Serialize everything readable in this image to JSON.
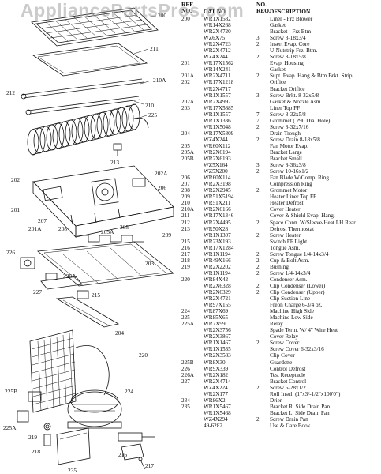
{
  "watermark": "AppliancePartsPros.com",
  "headers": {
    "ref_no": "REF.\nNO.",
    "cat_no": "CAT NO.",
    "req_no": "NO.\nREQ.",
    "description": "DESCRIPTION"
  },
  "rows": [
    {
      "ref": "200",
      "cat": "WR1X1582",
      "qty": "",
      "desc": "Liner - Frz Blower"
    },
    {
      "ref": "",
      "cat": "WR14X268",
      "qty": "",
      "desc": "Gasket"
    },
    {
      "ref": "",
      "cat": "WR2X4720",
      "qty": "",
      "desc": "Bracket - Frz Btm"
    },
    {
      "ref": "",
      "cat": "WZ6X75",
      "qty": "3",
      "desc": "Screw 8-18x3/4"
    },
    {
      "ref": "",
      "cat": "WR2X4723",
      "qty": "2",
      "desc": "Insert Evap. Core"
    },
    {
      "ref": "",
      "cat": "WR2X4712",
      "qty": "",
      "desc": "U-Nutstrip Frz. Btm."
    },
    {
      "ref": "",
      "cat": "WZ4X244",
      "qty": "2",
      "desc": "Screw 8-18x5/8"
    },
    {
      "ref": "201",
      "cat": "WR17X1562",
      "qty": "",
      "desc": "Evap. Housing"
    },
    {
      "ref": "",
      "cat": "WR14X241",
      "qty": "",
      "desc": "Gasket"
    },
    {
      "ref": "201A",
      "cat": "WR2X4711",
      "qty": "2",
      "desc": "Supt. Evap. Hang & Btm Brkt. Strip"
    },
    {
      "ref": "202",
      "cat": "WR17X1218",
      "qty": "",
      "desc": "Orifice"
    },
    {
      "ref": "",
      "cat": "WR2X4717",
      "qty": "",
      "desc": "Bracket Orifice"
    },
    {
      "ref": "",
      "cat": "WR1X1557",
      "qty": "3",
      "desc": "Screw Brkt. 8-32x5/8"
    },
    {
      "ref": "202A",
      "cat": "WR2X4997",
      "qty": "",
      "desc": "Gasket & Nozzle Asm."
    },
    {
      "ref": "203",
      "cat": "WR17X5885",
      "qty": "",
      "desc": "Liner Top FF"
    },
    {
      "ref": "",
      "cat": "WR1X1557",
      "qty": "7",
      "desc": "Screw 8-32x5/8"
    },
    {
      "ref": "",
      "cat": "WR1X1336",
      "qty": "7",
      "desc": "Grommet (.290 Dia. Hole)"
    },
    {
      "ref": "",
      "cat": "WR1X5048",
      "qty": "2",
      "desc": "Screw 8-32x7/16"
    },
    {
      "ref": "204",
      "cat": "WR17X5809",
      "qty": "",
      "desc": "Drain Trough"
    },
    {
      "ref": "",
      "cat": "WZ4X244",
      "qty": "2",
      "desc": "Screw Drain 8-18x5/8"
    },
    {
      "ref": "205",
      "cat": "WR60X112",
      "qty": "",
      "desc": "Fan Motor Evap."
    },
    {
      "ref": "205A",
      "cat": "WR2X6194",
      "qty": "",
      "desc": "Bracket Large"
    },
    {
      "ref": "205B",
      "cat": "WR2X6193",
      "qty": "",
      "desc": "Bracket Small"
    },
    {
      "ref": "",
      "cat": "WZ5X164",
      "qty": "3",
      "desc": "Screw 8-36x3/8"
    },
    {
      "ref": "",
      "cat": "WZ5X200",
      "qty": "2",
      "desc": "Screw 10-16x1/2"
    },
    {
      "ref": "206",
      "cat": "WR60X114",
      "qty": "",
      "desc": "Fan Blade W/Comp. Ring"
    },
    {
      "ref": "207",
      "cat": "WR2X3198",
      "qty": "",
      "desc": "Compression Ring"
    },
    {
      "ref": "208",
      "cat": "WR2X2945",
      "qty": "2",
      "desc": "Grommet Motor"
    },
    {
      "ref": "209",
      "cat": "WR51X5194",
      "qty": "",
      "desc": "Heater Liner Top FF"
    },
    {
      "ref": "210",
      "cat": "WR51X211",
      "qty": "",
      "desc": "Heater Defrost"
    },
    {
      "ref": "210A",
      "cat": "WR2X6166",
      "qty": "",
      "desc": "Cover Heater"
    },
    {
      "ref": "211",
      "cat": "WR17X1346",
      "qty": "",
      "desc": "Cover & Shield Evap. Hang."
    },
    {
      "ref": "212",
      "cat": "WR2X4495",
      "qty": "2",
      "desc": "Space Conn. W/Sleeve-Heat LH Rear"
    },
    {
      "ref": "213",
      "cat": "WR50X28",
      "qty": "",
      "desc": "Defrost Thermostat"
    },
    {
      "ref": "",
      "cat": "WR1X1307",
      "qty": "2",
      "desc": "Screw Heater"
    },
    {
      "ref": "215",
      "cat": "WR23X193",
      "qty": "",
      "desc": "Switch FF Light"
    },
    {
      "ref": "216",
      "cat": "WR17X1284",
      "qty": "",
      "desc": "Tongue Asm."
    },
    {
      "ref": "217",
      "cat": "WR1X1194",
      "qty": "2",
      "desc": "Screw Tongue 1/4-14x3/4"
    },
    {
      "ref": "218",
      "cat": "WR49X166",
      "qty": "2",
      "desc": "Cup & Bolt Asm."
    },
    {
      "ref": "219",
      "cat": "WR2X2202",
      "qty": "2",
      "desc": "Bushing"
    },
    {
      "ref": "",
      "cat": "WR1X1194",
      "qty": "2",
      "desc": "Screw 1/4-14x3/4"
    },
    {
      "ref": "220",
      "cat": "WR84X42",
      "qty": "",
      "desc": "Condenser Asm."
    },
    {
      "ref": "",
      "cat": "WR2X6328",
      "qty": "2",
      "desc": "Clip Condenser (Lower)"
    },
    {
      "ref": "",
      "cat": "WR2X6329",
      "qty": "2",
      "desc": "Clip Condenser (Upper)"
    },
    {
      "ref": "",
      "cat": "WR2X4721",
      "qty": "",
      "desc": "Clip Suction Line"
    },
    {
      "ref": "",
      "cat": "WR97X155",
      "qty": "",
      "desc": "Freon Charge 6-3/4 oz."
    },
    {
      "ref": "224",
      "cat": "WR87X69",
      "qty": "",
      "desc": "Machine High Side"
    },
    {
      "ref": "225",
      "cat": "WR85X65",
      "qty": "",
      "desc": "Machine Low Side"
    },
    {
      "ref": "225A",
      "cat": "WR7X99",
      "qty": "",
      "desc": "Relay"
    },
    {
      "ref": "",
      "cat": "WR2X3756",
      "qty": "",
      "desc": "Spade Term. W/ 4\" Wire Heat"
    },
    {
      "ref": "",
      "cat": "WR2X3867",
      "qty": "",
      "desc": "Cover Relay"
    },
    {
      "ref": "",
      "cat": "WR1X1467",
      "qty": "2",
      "desc": "Screw Cover"
    },
    {
      "ref": "",
      "cat": "WR1X1535",
      "qty": "",
      "desc": "Screw Cover 6-32x3/16"
    },
    {
      "ref": "",
      "cat": "WR2X3583",
      "qty": "",
      "desc": "Clip Cover"
    },
    {
      "ref": "225B",
      "cat": "WR8X30",
      "qty": "",
      "desc": "Guardette"
    },
    {
      "ref": "226",
      "cat": "WR9X339",
      "qty": "",
      "desc": "Control Defrost"
    },
    {
      "ref": "226A",
      "cat": "WR2X182",
      "qty": "",
      "desc": "Test Receptacle"
    },
    {
      "ref": "227",
      "cat": "WR2X4714",
      "qty": "",
      "desc": "Bracket Control"
    },
    {
      "ref": "",
      "cat": "WZ4X224",
      "qty": "2",
      "desc": "Screw 6-28x1/2"
    },
    {
      "ref": "",
      "cat": "WR2X177",
      "qty": "",
      "desc": "Roll Insul. (1\"x3/-1/2\"x100'0\")"
    },
    {
      "ref": "234",
      "cat": "WR86X2",
      "qty": "",
      "desc": "Drier"
    },
    {
      "ref": "235",
      "cat": "WR1X5467",
      "qty": "",
      "desc": "Bracket R. Side Drain Pan"
    },
    {
      "ref": "",
      "cat": "WR1X5468",
      "qty": "",
      "desc": "Bracket L. Side Drain Pan"
    },
    {
      "ref": "",
      "cat": "WZ4X294",
      "qty": "2",
      "desc": "Screw Drain Pan"
    },
    {
      "ref": "",
      "cat": "49-6282",
      "qty": "",
      "desc": "Use & Care Book"
    }
  ],
  "callouts": {
    "c200": "200",
    "c211": "211",
    "c210a": "210A",
    "c212": "212",
    "c210": "210",
    "c225": "225",
    "c213": "213",
    "c202": "202",
    "c202a": "202A",
    "c206": "206",
    "c201": "201",
    "c207": "207",
    "c201a": "201A",
    "c208": "208",
    "c205a": "205A",
    "c205": "205",
    "c209": "209",
    "c226": "226",
    "c226a": "226A",
    "c203": "203",
    "c227": "227",
    "c215": "215",
    "c204": "204",
    "c220": "220",
    "c224": "224",
    "c225b": "225B",
    "c225a": "225A",
    "c219": "219",
    "c218": "218",
    "c216": "216",
    "c235": "235",
    "c217": "217"
  }
}
